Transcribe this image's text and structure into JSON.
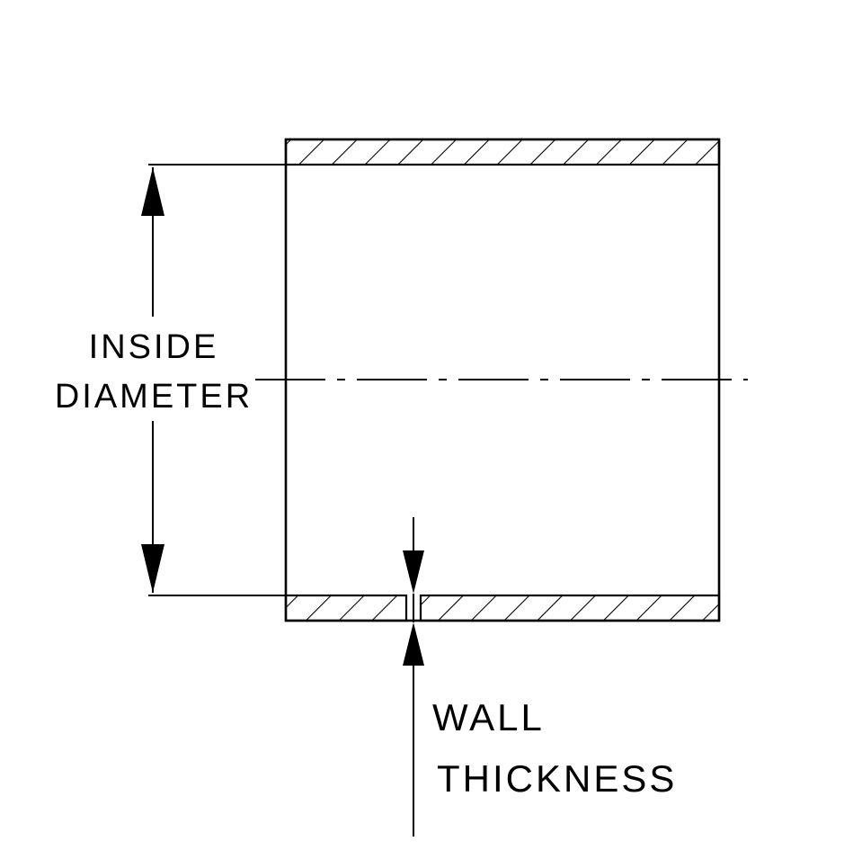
{
  "diagram": {
    "title": "tube cross-section dimension drawing",
    "background_color": "#ffffff",
    "line_color": "#000000",
    "labels": {
      "inside_diameter_line1": "INSIDE",
      "inside_diameter_line2": "DIAMETER",
      "wall_thickness_line1": "WALL",
      "wall_thickness_line2": "THICKNESS"
    },
    "elements": [
      "rectangular tube section with hatched top and bottom walls",
      "horizontal dash-dot centerline",
      "vertical inside-diameter dimension with arrows",
      "wall-thickness dimension with opposing arrows"
    ]
  }
}
